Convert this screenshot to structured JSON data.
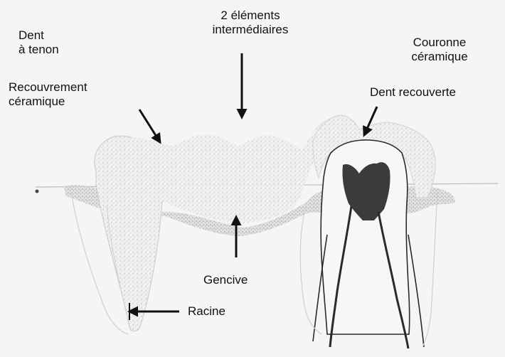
{
  "labels": {
    "post_tooth": "Dent\nà tenon",
    "ceramic_coating": "Recouvrement\ncéramique",
    "pontics": "2 éléments\nintermédiaires",
    "ceramic_crown": "Couronne\ncéramique",
    "covered_tooth": "Dent recouverte",
    "gum": "Gencive",
    "root": "Racine"
  },
  "colors": {
    "ink": "#111111",
    "pulp": "#3a3a3a",
    "stipple": "#9a9a9a"
  }
}
